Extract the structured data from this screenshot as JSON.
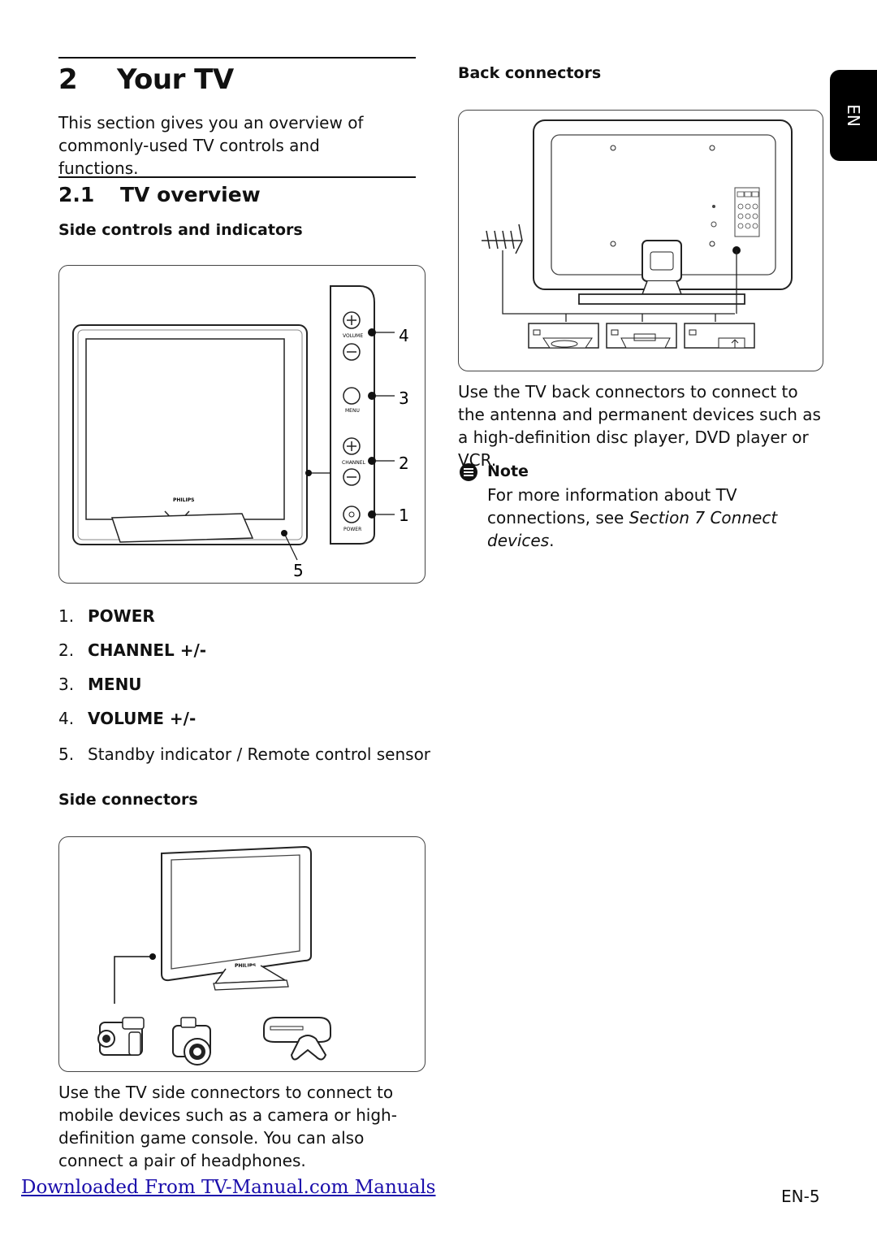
{
  "chapter": {
    "number": "2",
    "title": "Your TV"
  },
  "intro": "This section gives you an overview of commonly-used TV controls and functions.",
  "section": {
    "number": "2.1",
    "title": "TV overview"
  },
  "side_controls": {
    "heading": "Side controls and indicators",
    "panel_labels": {
      "volume": "VOLUME",
      "menu": "MENU",
      "channel": "CHANNEL",
      "power": "POWER",
      "brand": "PHILIPS"
    },
    "callouts": [
      "4",
      "3",
      "2",
      "1",
      "5"
    ],
    "items": [
      {
        "num": "1.",
        "label": "POWER"
      },
      {
        "num": "2.",
        "label": "CHANNEL +/-"
      },
      {
        "num": "3.",
        "label": "MENU"
      },
      {
        "num": "4.",
        "label": "VOLUME +/-"
      },
      {
        "num": "5.",
        "label": "Standby indicator / Remote control sensor"
      }
    ]
  },
  "side_connectors": {
    "heading": "Side connectors",
    "brand": "PHILIPS",
    "text": "Use the TV side connectors to connect to mobile devices such as a camera or high-definition game console. You can also connect a pair of headphones."
  },
  "back_connectors": {
    "heading": "Back connectors",
    "text": "Use the TV back connectors to connect to the antenna and permanent devices such as a high-definition disc player, DVD player or VCR."
  },
  "note": {
    "title": "Note",
    "text_prefix": "For more information about TV connections, see ",
    "text_ref": "Section 7 Connect devices",
    "text_suffix": "."
  },
  "language_tab": "EN",
  "footer": {
    "link": "Downloaded From TV-Manual.com Manuals",
    "page": "EN-5"
  }
}
